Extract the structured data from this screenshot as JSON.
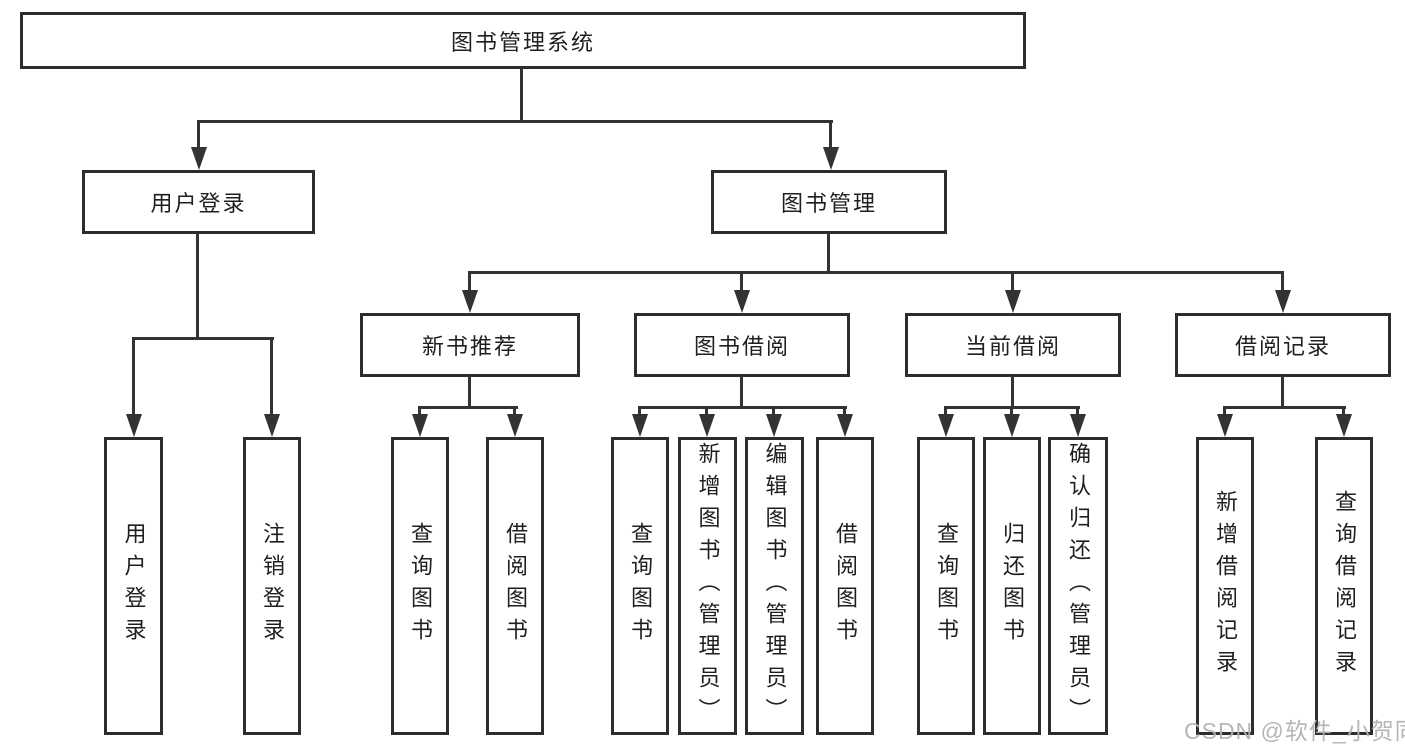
{
  "diagram_title": "图书管理系统",
  "tree": {
    "root": {
      "label": "图书管理系统"
    },
    "branches": [
      {
        "label": "用户登录",
        "children": [
          {
            "label": "用户登录"
          },
          {
            "label": "注销登录"
          }
        ]
      },
      {
        "label": "图书管理",
        "children": [
          {
            "label": "新书推荐",
            "children": [
              {
                "label": "查询图书"
              },
              {
                "label": "借阅图书"
              }
            ]
          },
          {
            "label": "图书借阅",
            "children": [
              {
                "label": "查询图书"
              },
              {
                "label": "新增图书（管理员）"
              },
              {
                "label": "编辑图书（管理员）"
              },
              {
                "label": "借阅图书"
              }
            ]
          },
          {
            "label": "当前借阅",
            "children": [
              {
                "label": "查询图书"
              },
              {
                "label": "归还图书"
              },
              {
                "label": "确认归还（管理员）"
              }
            ]
          },
          {
            "label": "借阅记录",
            "children": [
              {
                "label": "新增借阅记录"
              },
              {
                "label": "查询借阅记录"
              }
            ]
          }
        ]
      }
    ]
  },
  "watermark": {
    "text": "CSDN @软件_小贺同学",
    "color": "#b2b2b2"
  },
  "colors": {
    "background": "#ffffff",
    "box_border": "#2d2d2d",
    "box_fill": "#ffffff",
    "connector_line": "#333333",
    "text": "#1f1f1f"
  }
}
